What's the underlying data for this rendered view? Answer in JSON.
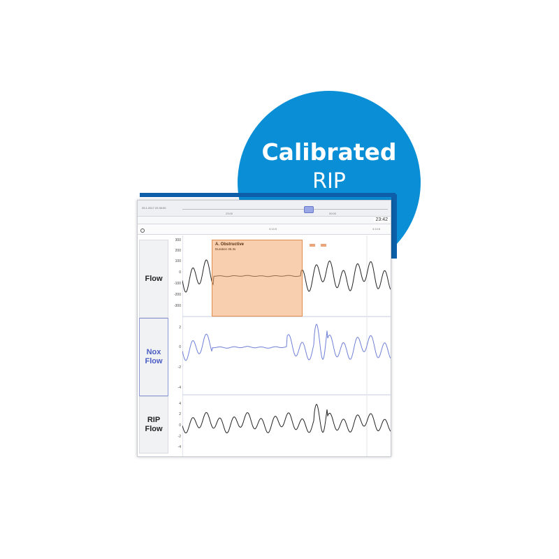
{
  "badge": {
    "title": "Calibrated",
    "subtitle": "RIP"
  },
  "window": {
    "toolbar_date": "25.1.2017 22:30:00",
    "toolbar_tick_a": "23:00",
    "toolbar_tick_b": "00:00",
    "clock": "23:42",
    "ruler_mark_a": "4:14:5",
    "ruler_mark_b": "4:14:6"
  },
  "channels": [
    {
      "label_line1": "Flow",
      "label_line2": "",
      "color": "#222222",
      "scale": [
        "300",
        "200",
        "100",
        "0",
        "-100",
        "-200",
        "-300"
      ]
    },
    {
      "label_line1": "Nox",
      "label_line2": "Flow",
      "color": "#4a5cc4",
      "scale": [
        "2",
        "0",
        "-2",
        "-4"
      ]
    },
    {
      "label_line1": "RIP",
      "label_line2": "Flow",
      "color": "#222222",
      "scale": [
        "4",
        "2",
        "0",
        "-2",
        "-4"
      ]
    }
  ],
  "event": {
    "title": "A. Obstructive",
    "duration": "Duration 35.3s"
  },
  "colors": {
    "badge": "#0a8fd6",
    "event_fill": "#f4aa6e",
    "nox_trace": "#6f7fd6"
  }
}
